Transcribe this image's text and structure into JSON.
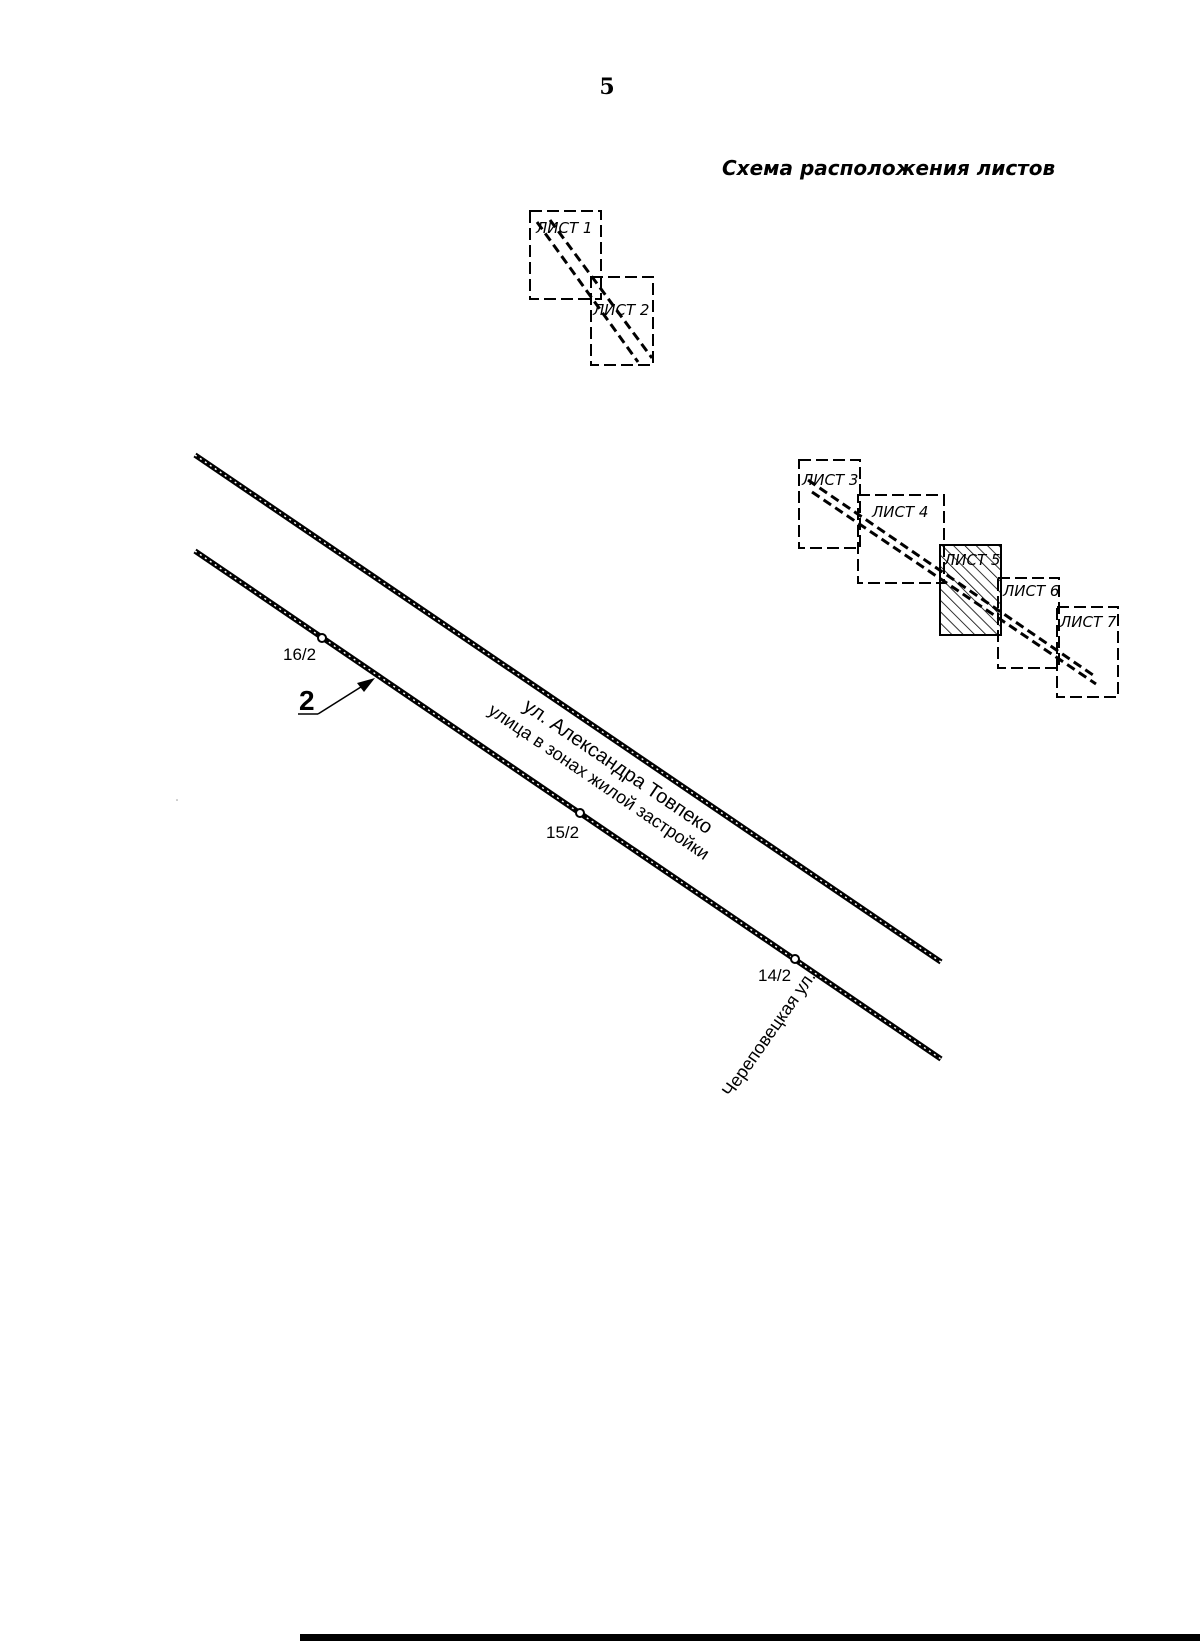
{
  "page": {
    "number": "5",
    "scheme_title": "Схема расположения листов"
  },
  "sheets": [
    {
      "label": "ЛИСТ 1"
    },
    {
      "label": "ЛИСТ 2"
    },
    {
      "label": "ЛИСТ 3"
    },
    {
      "label": "ЛИСТ 4"
    },
    {
      "label": "ЛИСТ 5",
      "highlighted": true
    },
    {
      "label": "ЛИСТ 6"
    },
    {
      "label": "ЛИСТ 7"
    }
  ],
  "map": {
    "street_name": "ул. Александра Товпеко",
    "street_category": "улица в зонах жилой застройки",
    "cross_street": "Череповецкая ул.",
    "points": [
      {
        "label": "16/2"
      },
      {
        "label": "15/2"
      },
      {
        "label": "14/2"
      }
    ],
    "callout_number": "2"
  },
  "colors": {
    "ink": "#000000",
    "paper": "#ffffff"
  }
}
